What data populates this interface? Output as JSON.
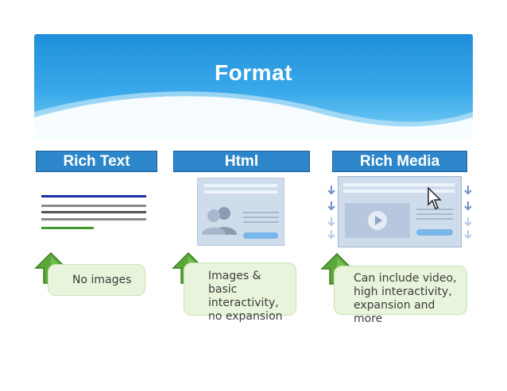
{
  "title": "Format",
  "categories": [
    {
      "label": "Rich Text",
      "note": "No images"
    },
    {
      "label": "Html",
      "note": "Images & basic\ninteractivity,\nno expansion"
    },
    {
      "label": "Rich Media",
      "note": "Can include video,\nhigh interactivity,\nexpansion and more"
    }
  ],
  "colors": {
    "banner": "#2a9be0",
    "category_box": "#2d86c9",
    "arrow": "#5aa83a",
    "bubble": "#e8f5dc",
    "card": "#cfdcec",
    "accent_button": "#79b6ea"
  },
  "icons": [
    "up-arrow-icon",
    "person-icon",
    "play-icon",
    "cursor-icon",
    "down-arrow-icon"
  ]
}
